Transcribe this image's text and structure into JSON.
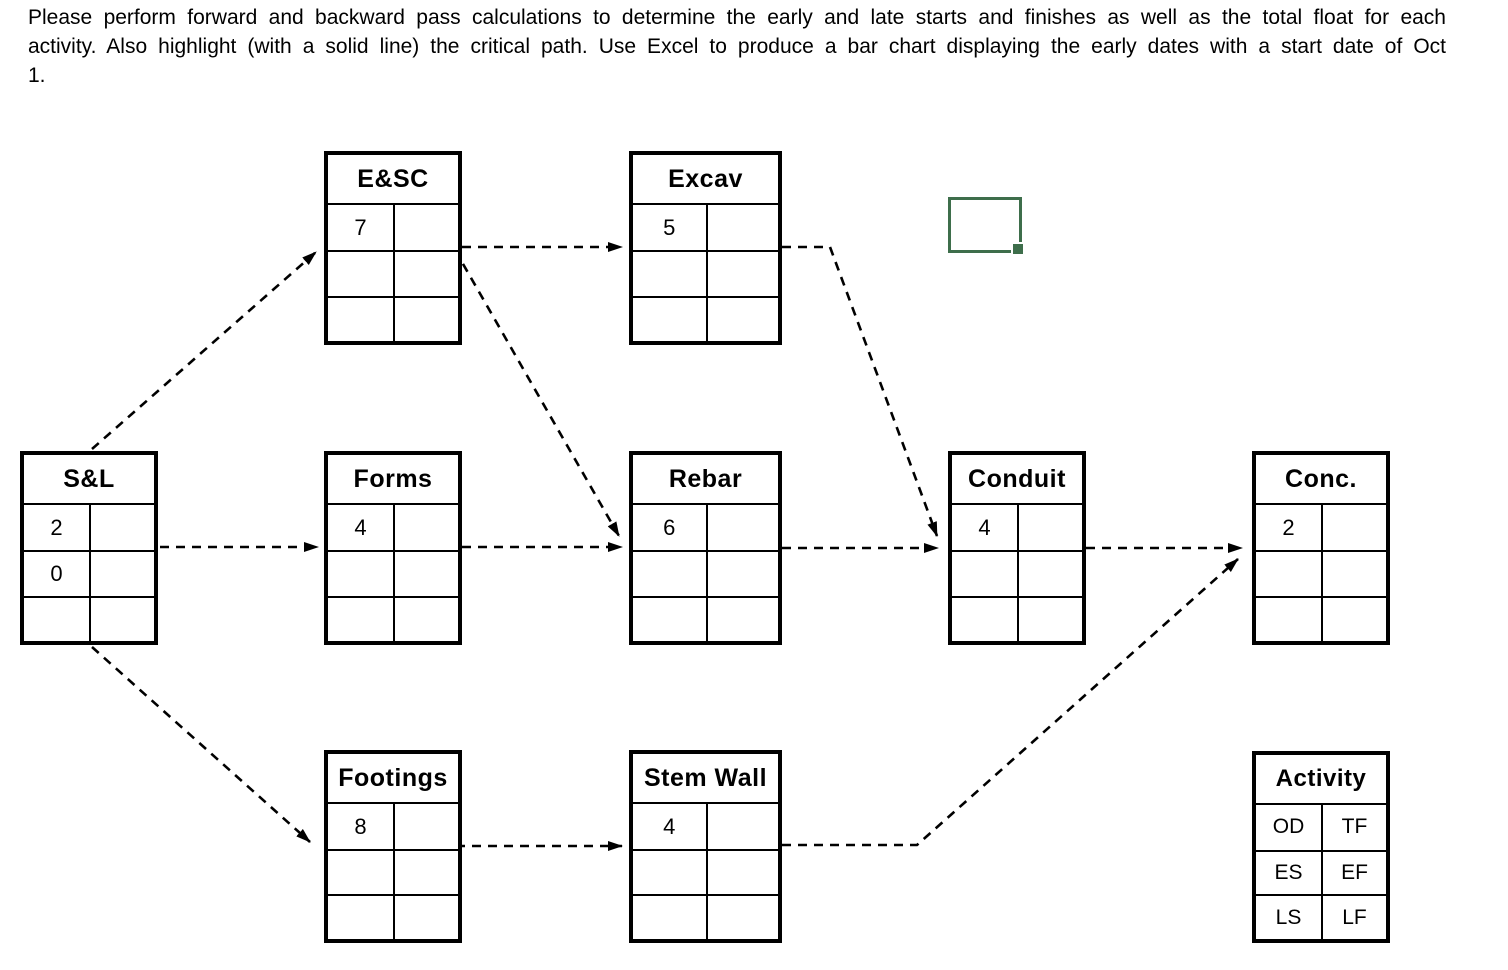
{
  "instructions": {
    "lines": [
      "Please perform forward and backward pass calculations to determine the early and late starts and finishes as well as the total float for each",
      "activity.  Also highlight (with a solid line) the critical path.   Use Excel to produce a bar chart displaying the early dates with a start date of Oct",
      "1."
    ]
  },
  "nodes": {
    "esc": {
      "title": "E&SC",
      "od": "7",
      "tf": "",
      "es": "",
      "ef": "",
      "ls": "",
      "lf": ""
    },
    "excav": {
      "title": "Excav",
      "od": "5",
      "tf": "",
      "es": "",
      "ef": "",
      "ls": "",
      "lf": ""
    },
    "sl": {
      "title": "S&L",
      "od": "2",
      "tf": "",
      "es": "0",
      "ef": "",
      "ls": "",
      "lf": ""
    },
    "forms": {
      "title": "Forms",
      "od": "4",
      "tf": "",
      "es": "",
      "ef": "",
      "ls": "",
      "lf": ""
    },
    "rebar": {
      "title": "Rebar",
      "od": "6",
      "tf": "",
      "es": "",
      "ef": "",
      "ls": "",
      "lf": ""
    },
    "conduit": {
      "title": "Conduit",
      "od": "4",
      "tf": "",
      "es": "",
      "ef": "",
      "ls": "",
      "lf": ""
    },
    "conc": {
      "title": "Conc.",
      "od": "2",
      "tf": "",
      "es": "",
      "ef": "",
      "ls": "",
      "lf": ""
    },
    "footings": {
      "title": "Footings",
      "od": "8",
      "tf": "",
      "es": "",
      "ef": "",
      "ls": "",
      "lf": ""
    },
    "stemwall": {
      "title": "Stem Wall",
      "od": "4",
      "tf": "",
      "es": "",
      "ef": "",
      "ls": "",
      "lf": ""
    }
  },
  "legend": {
    "title": "Activity",
    "od": "OD",
    "tf": "TF",
    "es": "ES",
    "ef": "EF",
    "ls": "LS",
    "lf": "LF"
  },
  "colors": {
    "selection_marker_green": "#3e6e4b",
    "line_black": "#000000"
  }
}
